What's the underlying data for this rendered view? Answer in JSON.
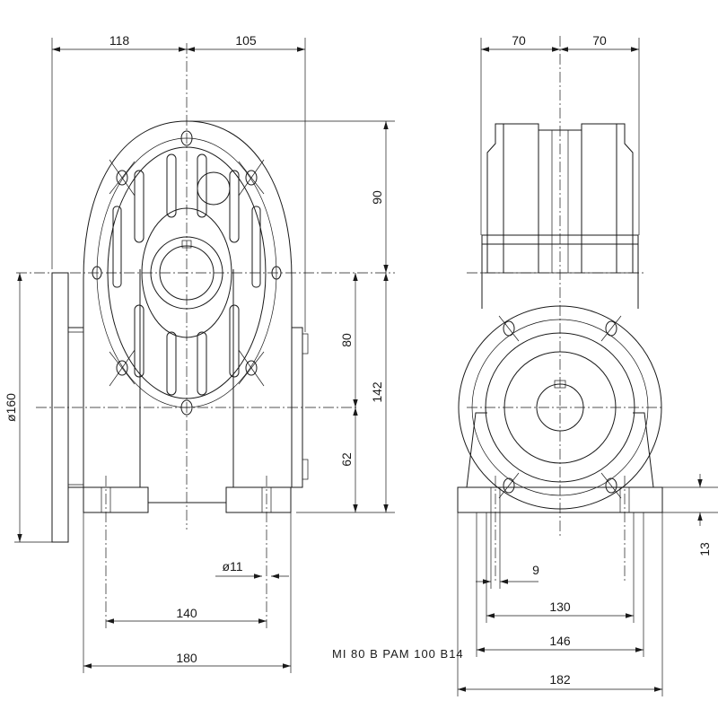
{
  "title": "MI 80 B PAM 100 B14",
  "dimensions": {
    "front_left_width": "118",
    "front_right_width": "105",
    "flange_diameter": "ø160",
    "height_top": "90",
    "height_mid": "80",
    "height_total": "142",
    "height_bottom": "62",
    "hole_diameter": "ø11",
    "foot_hole_spacing": "140",
    "foot_width": "180",
    "side_left_width": "70",
    "side_right_width": "70",
    "side_hole_offset": "9",
    "side_hole_spacing": "130",
    "side_foot_inner": "146",
    "side_foot_outer": "182",
    "foot_thickness": "13"
  }
}
